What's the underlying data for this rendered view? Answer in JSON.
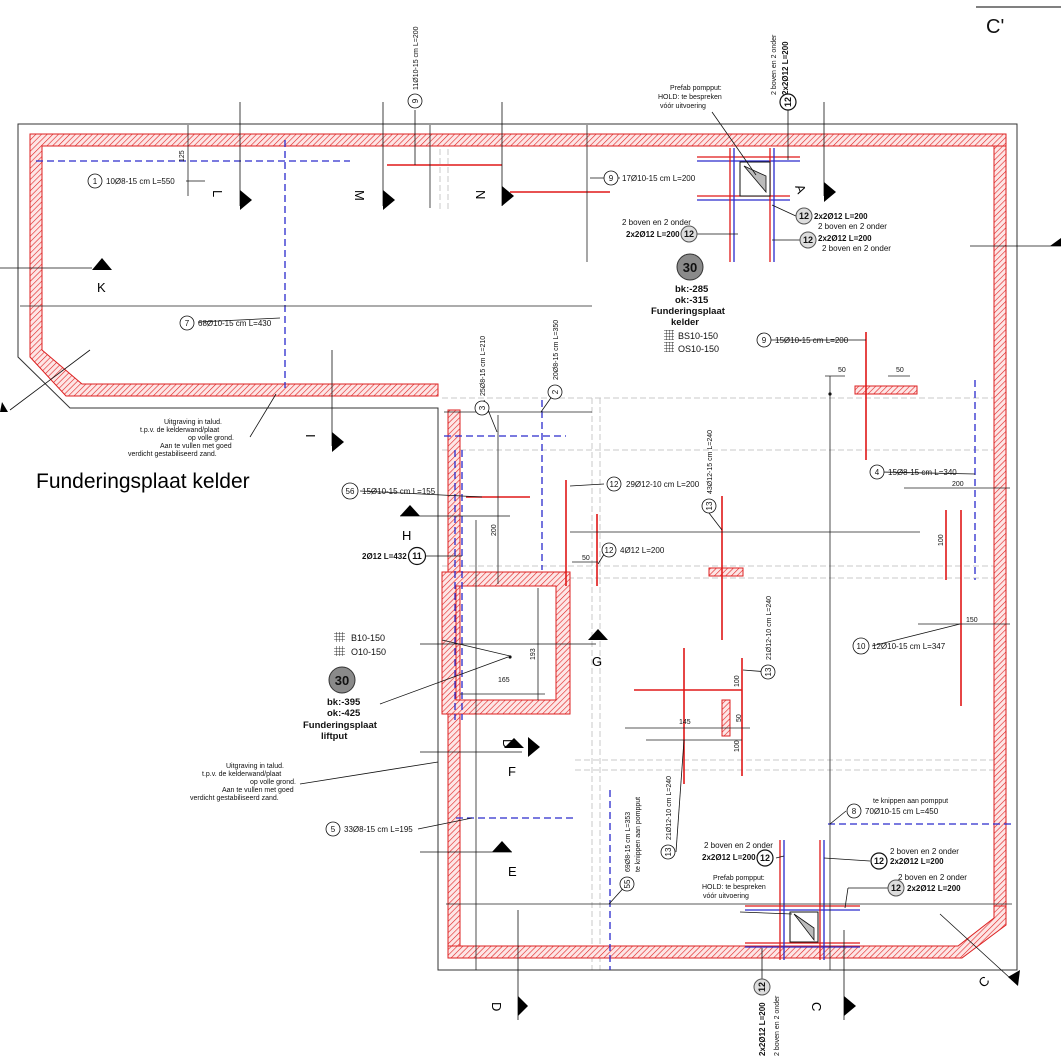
{
  "sheet": {
    "corner_label": "C'",
    "title": "Funderingsplaat kelder"
  },
  "sections": {
    "K": "K",
    "L": "L",
    "M": "M",
    "N": "N",
    "A": "A",
    "I": "I",
    "H": "H",
    "G": "G",
    "D_mid": "D",
    "F": "F",
    "E": "E",
    "D_bottom": "D",
    "C_bottom": "C",
    "C_corner": "C"
  },
  "rebar": {
    "r1": {
      "num": "1",
      "text": "10Ø8-15 cm L=550"
    },
    "r2": {
      "num": "2",
      "text": "20Ø8-15 cm L=350"
    },
    "r3": {
      "num": "3",
      "text": "25Ø8-15 cm L=210"
    },
    "r4": {
      "num": "4",
      "text": "15Ø8-15 cm L=340"
    },
    "r5": {
      "num": "5",
      "text": "33Ø8-15 cm L=195"
    },
    "r7": {
      "num": "7",
      "text": "68Ø10-15 cm L=430"
    },
    "r8": {
      "num": "8",
      "text": "70Ø10-15 cm L=450",
      "note": "te knippen aan pompput"
    },
    "r9_top": {
      "num": "9",
      "text": "11Ø10-15 cm L=200"
    },
    "r9_mid": {
      "num": "9",
      "text": "17Ø10-15 cm L=200"
    },
    "r9_right": {
      "num": "9",
      "text": "15Ø10-15 cm L=200"
    },
    "r10": {
      "num": "10",
      "text": "12Ø10-15 cm L=347"
    },
    "r11": {
      "num": "11",
      "text": "2Ø12 L=432"
    },
    "r12_29": {
      "num": "12",
      "text": "29Ø12-10 cm L=200"
    },
    "r12_4": {
      "num": "12",
      "text": "4Ø12 L=200"
    },
    "r13_43": {
      "num": "13",
      "text": "43Ø12-15 cm L=240"
    },
    "r13_21a": {
      "num": "13",
      "text": "21Ø12-10 cm L=240"
    },
    "r13_21b": {
      "num": "13",
      "text": "21Ø12-10 cm L=240"
    },
    "r55": {
      "num": "55",
      "text": "69Ø8-15 cm L=353",
      "note": "te knippen aan pompput"
    },
    "r56": {
      "num": "56",
      "text": "15Ø10-15 cm L=155"
    }
  },
  "pump": {
    "num": "12",
    "bars": "2x2Ø12 L=200",
    "note": "2 boven en 2 onder",
    "prefab_1": "Prefab pompput:",
    "prefab_2": "HOLD: te bespreken",
    "prefab_3": "vóór uitvoering"
  },
  "slab_main": {
    "level": "30",
    "bk": "bk:-285",
    "ok": "ok:-315",
    "name_1": "Funderingsplaat",
    "name_2": "kelder",
    "mesh_1": "BS10-150",
    "mesh_2": "OS10-150"
  },
  "slab_lift": {
    "level": "30",
    "bk": "bk:-395",
    "ok": "ok:-425",
    "name_1": "Funderingsplaat",
    "name_2": "liftput",
    "mesh_1": "B10-150",
    "mesh_2": "O10-150"
  },
  "notes": {
    "talud_1": "Uitgraving in talud.",
    "talud_2": "t.p.v. de kelderwand/plaat",
    "talud_3": "op volle grond.",
    "talud_4": "Aan te vullen met goed",
    "talud_5": "verdicht gestabiliseerd zand."
  },
  "dims": {
    "d125": "125",
    "d200": "200",
    "d50a": "50",
    "d50b": "50",
    "d200r": "200",
    "d100r": "100",
    "d150": "150",
    "d50c": "50",
    "d193": "193",
    "d165": "165",
    "d100a": "100",
    "d145": "145",
    "d50d": "50",
    "d100b": "100"
  },
  "colors": {
    "wall_hatch": "#e02020",
    "rebar_top": "#e01818",
    "rebar_bottom": "#2a2acc",
    "section_marker": "#000000",
    "level_badge": "#8a8a8a"
  }
}
